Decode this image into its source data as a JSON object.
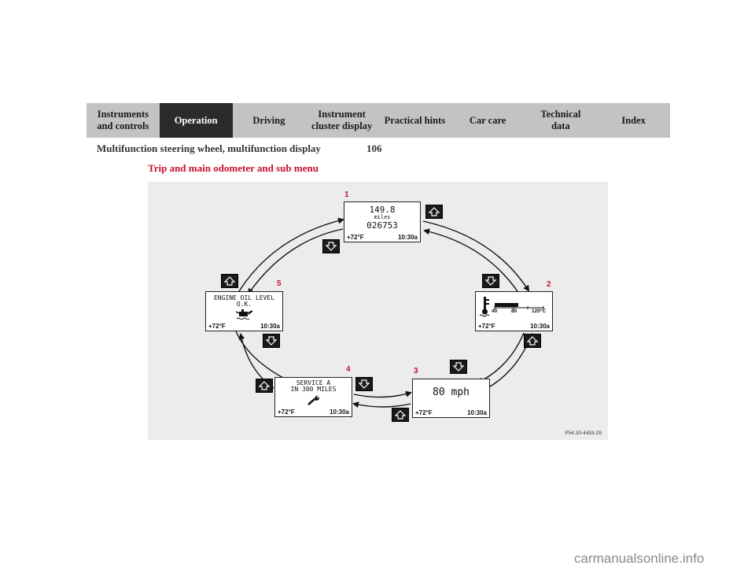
{
  "nav": {
    "tabs": [
      {
        "label": "Instruments\nand controls",
        "active": false
      },
      {
        "label": "Operation",
        "active": true
      },
      {
        "label": "Driving",
        "active": false
      },
      {
        "label": "Instrument\ncluster display",
        "active": false
      },
      {
        "label": "Practical hints",
        "active": false
      },
      {
        "label": "Car care",
        "active": false
      },
      {
        "label": "Technical\ndata",
        "active": false
      },
      {
        "label": "Index",
        "active": false
      }
    ]
  },
  "header": {
    "section": "Multifunction steering wheel, multifunction display",
    "page": "106"
  },
  "heading": "Trip and main odometer and sub menu",
  "figure": {
    "code": "P54.30-4453-29",
    "temp": "+72°F",
    "time": "10:30a",
    "screens": {
      "s1": {
        "number": "1",
        "trip": "149.8",
        "unit": "miles",
        "odometer": "026753"
      },
      "s2": {
        "number": "2",
        "scale": [
          "40",
          "80",
          "120°C"
        ]
      },
      "s3": {
        "number": "3",
        "speed": "80 mph"
      },
      "s4": {
        "number": "4",
        "line1": "SERVICE A",
        "line2": "IN 300 MILES",
        "icon": "wrench-icon"
      },
      "s5": {
        "number": "5",
        "line1": "ENGINE OIL LEVEL",
        "line2": "O.K.",
        "icon": "oil-can-icon"
      }
    },
    "colors": {
      "button": "#1a1a1a",
      "number": "#c8102e",
      "active_tab": "#2b2b2b",
      "tab": "#c3c3c3"
    }
  },
  "footer": {
    "watermark": "carmanualsonline.info"
  }
}
